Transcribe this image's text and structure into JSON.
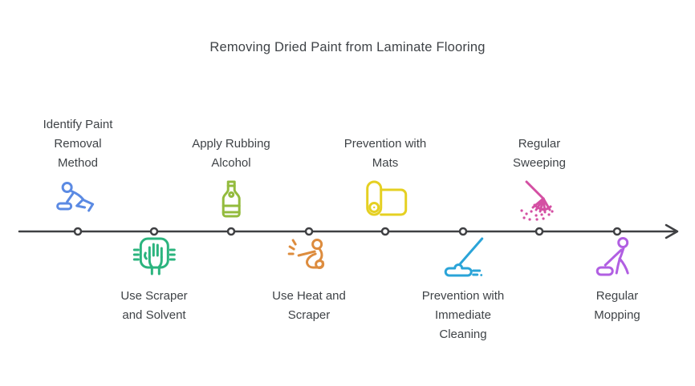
{
  "title": "Removing Dried Paint from Laminate Flooring",
  "colors": {
    "background": "#ffffff",
    "text": "#3f4347",
    "timeline_line": "#3f4043",
    "node_fill": "#ffffff"
  },
  "timeline": {
    "direction": "left-to-right",
    "node_count": 8
  },
  "milestones": [
    {
      "label": "Identify Paint\nRemoval\nMethod",
      "side": "top",
      "icon": "crawling-scrubber-icon",
      "color": "#5b8ae3"
    },
    {
      "label": "Use Scraper\nand Solvent",
      "side": "bottom",
      "icon": "hand-scraper-icon",
      "color": "#2bb47e"
    },
    {
      "label": "Apply Rubbing\nAlcohol",
      "side": "top",
      "icon": "alcohol-bottle-icon",
      "color": "#93bb3d"
    },
    {
      "label": "Use Heat and\nScraper",
      "side": "bottom",
      "icon": "heat-gun-person-icon",
      "color": "#dd8c3e"
    },
    {
      "label": "Prevention with\nMats",
      "side": "top",
      "icon": "rolled-mat-icon",
      "color": "#e5d022"
    },
    {
      "label": "Prevention with\nImmediate\nCleaning",
      "side": "bottom",
      "icon": "mop-icon",
      "color": "#2aa4d8"
    },
    {
      "label": "Regular\nSweeping",
      "side": "top",
      "icon": "broom-icon",
      "color": "#d44fa3"
    },
    {
      "label": "Regular\nMopping",
      "side": "bottom",
      "icon": "mopping-person-icon",
      "color": "#b15fe2"
    }
  ]
}
